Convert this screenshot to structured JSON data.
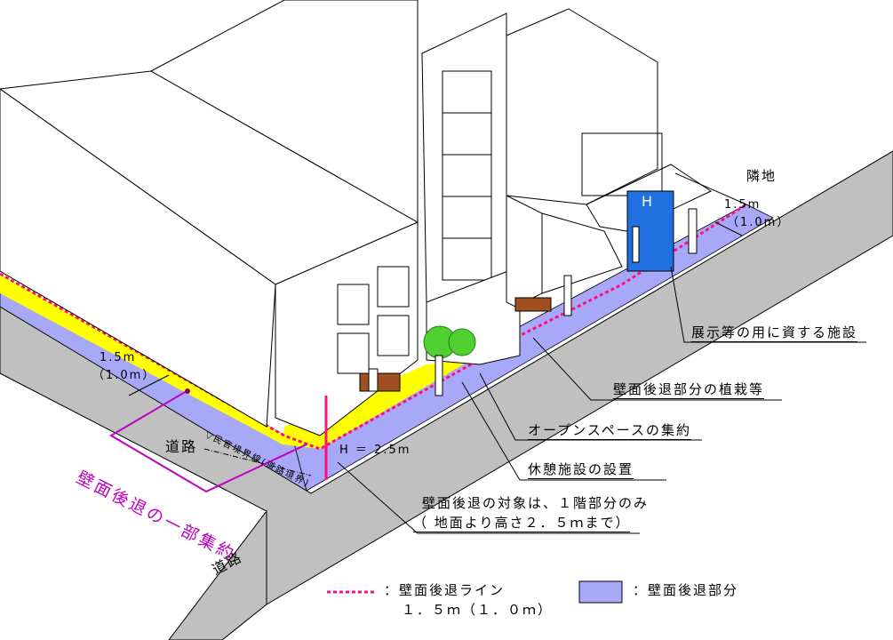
{
  "labels": {
    "neighbor": "隣地",
    "dim_right_1": "1.5m",
    "dim_right_2": "（1.0m）",
    "dim_left_1": "1.5m",
    "dim_left_2": "（1.0m）",
    "exhibit": "展示等の用に資する施設",
    "planting": "壁面後退部分の植栽等",
    "open_space": "オープンスペースの集約",
    "rest": "休憩施設の設置",
    "target_1": "壁面後退の対象は、１階部分のみ",
    "target_2": "（ 地面より高さ２．５ｍまで）",
    "height": "H ＝ 2.5m",
    "boundary": "▽民官境界線(道路境界)",
    "road_1": "道路",
    "road_2": "道路",
    "consolidation": "壁面後退の一部集約",
    "sign": "H"
  },
  "legend": {
    "line_label_1": "：壁面後退ライン",
    "line_label_2": "１．５ｍ（１．０ｍ）",
    "area_label": "：壁面後退部分"
  },
  "colors": {
    "setback_area": "#a8a8f8",
    "setback_line": "#ff1080",
    "yellow": "#ffff00",
    "road": "#c0c0c0",
    "annotation": "#c000c0",
    "exhibit": "#2070e0",
    "plants": "#50d030"
  }
}
